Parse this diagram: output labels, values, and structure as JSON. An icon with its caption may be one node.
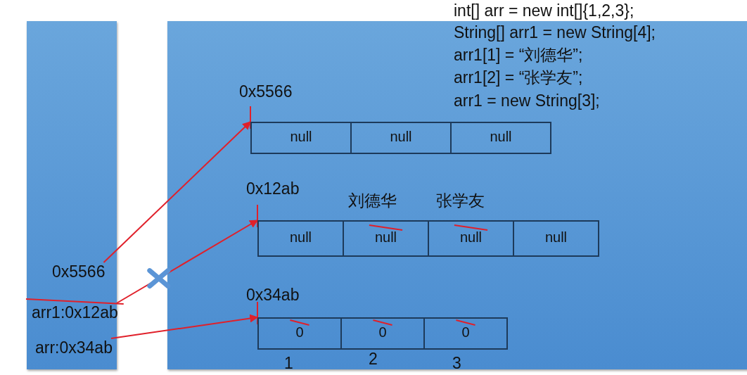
{
  "diagram": {
    "nodes": [
      {
        "text": [],
        "shape": "box"
      },
      {
        "text": [],
        "shape": "box"
      },
      {
        "text": [
          "0x5566"
        ],
        "in": 0
      },
      {
        "text": [
          "arr1:0x12ab"
        ],
        "in": 0
      },
      {
        "text": [
          "arr:0x34ab"
        ],
        "in": 0
      },
      {
        "text": [
          "null",
          "null",
          "null"
        ],
        "beside": [
          "0x5566"
        ],
        "in": 1
      },
      {
        "text": [
          "null",
          "null",
          "null",
          "null"
        ],
        "beside": [
          "0x12ab",
          "刘德华",
          "张学友"
        ],
        "in": 1
      },
      {
        "text": [
          "0",
          "0",
          "0"
        ],
        "beside": [
          "0x34ab",
          "1",
          "2",
          "3"
        ],
        "in": 1
      }
    ],
    "edges": [
      {
        "from": 2,
        "to": 5,
        "arrow": "to"
      },
      {
        "from": 3,
        "to": 6,
        "arrow": "to"
      },
      {
        "from": 4,
        "to": 7,
        "arrow": "to"
      }
    ],
    "labels": [
      "int[] arr = new int[]{1,2,3};",
      "String[] arr1 = new String[4];",
      "arr1[1] = “刘德华”;",
      "arr1[2] = “张学友”;",
      "arr1 = new String[3];"
    ]
  }
}
